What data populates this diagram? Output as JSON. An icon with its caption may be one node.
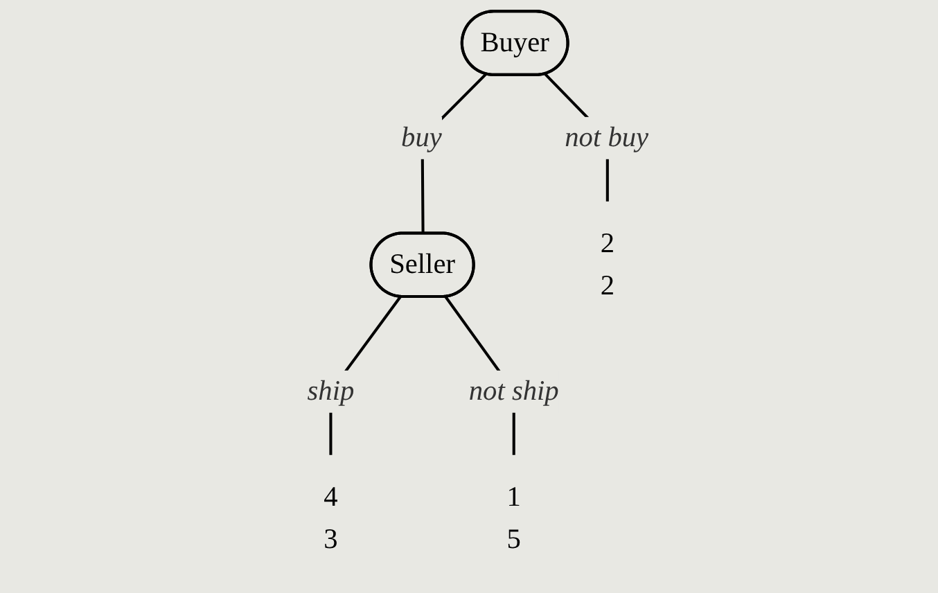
{
  "diagram": {
    "nodes": [
      {
        "text": [
          "Buyer"
        ]
      },
      {
        "text": [
          "Seller"
        ]
      },
      {
        "text": [
          "4",
          "3"
        ]
      },
      {
        "text": [
          "1",
          "5"
        ]
      },
      {
        "text": [
          "2",
          "2"
        ]
      }
    ],
    "edges": [
      {
        "from": 0,
        "to": 1,
        "label": "buy",
        "arrow": "none"
      },
      {
        "from": 0,
        "to": 4,
        "label": "not buy",
        "arrow": "none"
      },
      {
        "from": 1,
        "to": 2,
        "label": "ship",
        "arrow": "none"
      },
      {
        "from": 1,
        "to": 3,
        "label": "not ship",
        "arrow": "none"
      }
    ]
  }
}
